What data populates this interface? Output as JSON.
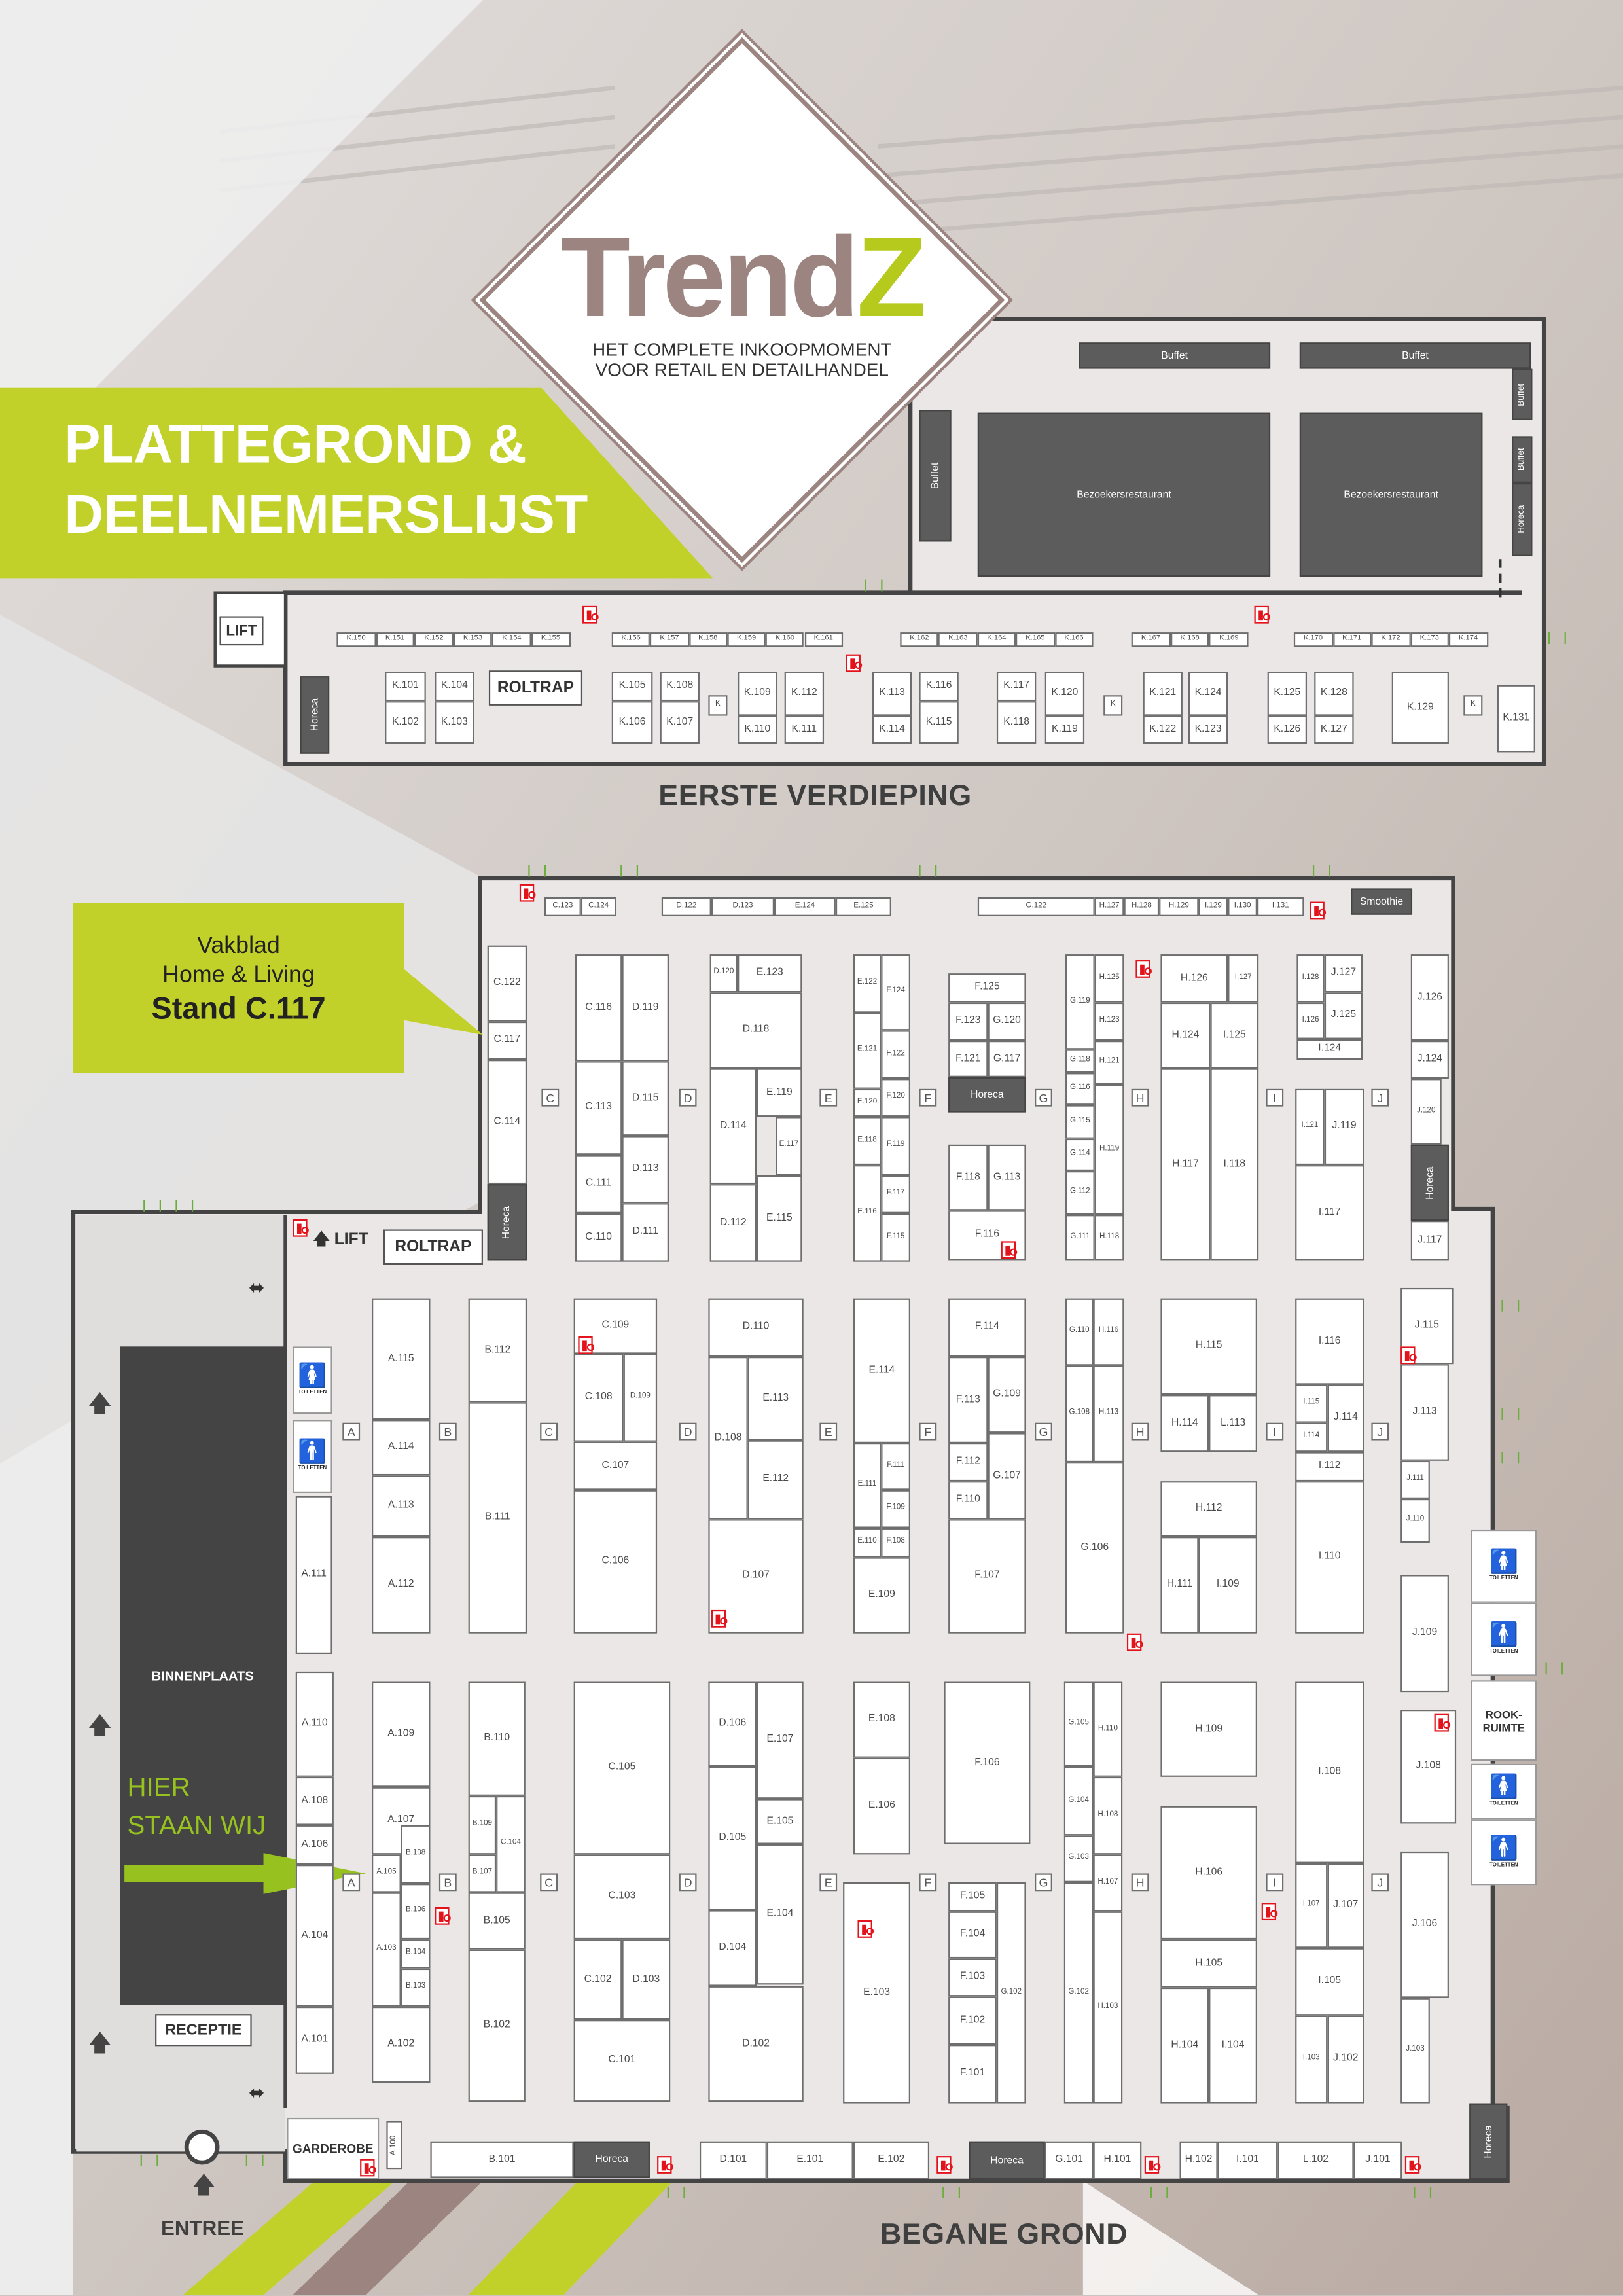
{
  "header": {
    "logo": {
      "brand_main": "Trend",
      "brand_accent": "Z",
      "tagline_line1": "HET COMPLETE INKOOPMOMENT",
      "tagline_line2": "VOOR RETAIL EN DETAILHANDEL"
    },
    "title_line1": "PLATTEGROND &",
    "title_line2": "DEELNEMERSLIJST"
  },
  "callout": {
    "line1": "Vakblad",
    "line2": "Home & Living",
    "line3": "Stand C.117"
  },
  "colors": {
    "accent_green": "#c2d12a",
    "logo_brown": "#9c8580",
    "stand_border": "#6e6e6e",
    "facility_dark": "#5c5c5c",
    "fire_red": "#e3131b",
    "exit_green": "#6cae3c",
    "floor_fill": "#ece7e7"
  },
  "upper_floor": {
    "title": "EERSTE VERDIEPING",
    "lift_label": "LIFT",
    "escalator_label": "ROLTRAP",
    "stands": [
      "K.150",
      "K.151",
      "K.152",
      "K.153",
      "K.154",
      "K.155",
      "K.156",
      "K.157",
      "K.158",
      "K.159",
      "K.160",
      "K.161",
      "K.162",
      "K.163",
      "K.164",
      "K.165",
      "K.166",
      "K.167",
      "K.168",
      "K.169",
      "K.170",
      "K.171",
      "K.172",
      "K.173",
      "K.174",
      "K.101",
      "K.102",
      "K.104",
      "K.103",
      "K.105",
      "K.106",
      "K.108",
      "K.107",
      "K.109",
      "K.110",
      "K.112",
      "K.111",
      "K.113",
      "K.114",
      "K.116",
      "K.115",
      "K.117",
      "K.118",
      "K.120",
      "K.119",
      "K.121",
      "K.122",
      "K.124",
      "K.123",
      "K.125",
      "K.126",
      "K.128",
      "K.127",
      "K.129",
      "K.131",
      "K",
      "K",
      "K"
    ],
    "facilities": [
      "Horeca",
      "Buffet",
      "Buffet",
      "Buffet",
      "Buffet",
      "Buffet",
      "Horeca",
      "Bezoekersrestaurant",
      "Bezoekersrestaurant"
    ]
  },
  "ground_floor": {
    "title": "BEGANE GROND",
    "lift_label": "LIFT",
    "escalator_label": "ROLTRAP",
    "reception_label": "RECEPTIE",
    "cloakroom_label": "GARDEROBE",
    "smoking_room_label": "ROOK-\nRUIMTE",
    "courtyard_label": "BINNENPLAATS",
    "entrance_label": "ENTREE",
    "here_label_line1": "HIER",
    "here_label_line2": "STAAN WIJ",
    "toilets_label": "TOILETTEN",
    "stands": [
      "C.123",
      "C.124",
      "D.122",
      "D.123",
      "E.124",
      "E.125",
      "G.122",
      "H.127",
      "H.128",
      "H.129",
      "I.129",
      "I.130",
      "I.131",
      "C.122",
      "C.117",
      "C.114",
      "C.116",
      "C.113",
      "C.111",
      "C.110",
      "D.119",
      "D.115",
      "D.113",
      "D.111",
      "D.120",
      "E.123",
      "D.118",
      "D.114",
      "E.119",
      "E.117",
      "D.112",
      "E.115",
      "E.122",
      "E.121",
      "E.120",
      "E.118",
      "E.116",
      "F.124",
      "F.122",
      "F.120",
      "F.119",
      "F.117",
      "F.115",
      "F.125",
      "F.123",
      "G.120",
      "F.121",
      "G.117",
      "F.118",
      "G.113",
      "F.116",
      "G.119",
      "G.118",
      "G.116",
      "G.115",
      "G.114",
      "G.112",
      "G.111",
      "H.125",
      "H.123",
      "H.121",
      "H.119",
      "H.118",
      "H.126",
      "I.127",
      "H.124",
      "I.125",
      "H.117",
      "I.118",
      "I.128",
      "J.127",
      "I.126",
      "J.125",
      "I.124",
      "I.121",
      "J.119",
      "I.117",
      "J.126",
      "J.124",
      "J.120",
      "J.117",
      "A.111",
      "A.115",
      "A.114",
      "A.113",
      "A.112",
      "B.112",
      "B.111",
      "C.109",
      "C.108",
      "D.109",
      "C.107",
      "C.106",
      "D.110",
      "D.108",
      "E.113",
      "E.112",
      "D.107",
      "E.114",
      "E.111",
      "F.111",
      "F.109",
      "E.110",
      "F.108",
      "E.109",
      "F.114",
      "F.113",
      "G.109",
      "F.112",
      "G.107",
      "F.110",
      "F.107",
      "G.110",
      "H.116",
      "G.108",
      "H.113",
      "G.106",
      "H.115",
      "H.114",
      "L.113",
      "H.112",
      "H.111",
      "I.109",
      "I.116",
      "I.115",
      "I.114",
      "J.114",
      "I.112",
      "I.110",
      "J.115",
      "J.113",
      "J.111",
      "J.110",
      "J.109",
      "A.110",
      "A.108",
      "A.106",
      "A.104",
      "A.101",
      "A.109",
      "A.107",
      "B.108",
      "A.105",
      "B.106",
      "A.103",
      "B.104",
      "B.103",
      "A.102",
      "B.110",
      "B.109",
      "C.104",
      "B.107",
      "B.105",
      "B.102",
      "C.105",
      "C.103",
      "C.102",
      "D.103",
      "C.101",
      "D.106",
      "E.107",
      "D.105",
      "E.105",
      "E.104",
      "D.104",
      "D.102",
      "E.108",
      "E.106",
      "E.103",
      "F.106",
      "F.105",
      "F.104",
      "F.103",
      "F.102",
      "F.101",
      "G.102",
      "G.105",
      "G.104",
      "G.103",
      "G.102",
      "H.110",
      "H.108",
      "H.107",
      "H.103",
      "H.109",
      "H.106",
      "H.105",
      "H.104",
      "I.104",
      "I.108",
      "I.107",
      "J.107",
      "I.105",
      "I.103",
      "J.102",
      "J.108",
      "J.106",
      "J.103",
      "A.100",
      "B.101",
      "D.101",
      "E.101",
      "E.102",
      "G.101",
      "H.101",
      "H.102",
      "I.101",
      "L.102",
      "J.101"
    ],
    "facilities": [
      "Horeca",
      "Smoothie",
      "Horeca",
      "Horeca",
      "Horeca",
      "Horeca",
      "Horeca"
    ],
    "aisle_markers": {
      "row1": [
        "C",
        "D",
        "E",
        "F",
        "G",
        "H",
        "I",
        "J"
      ],
      "row2": [
        "A",
        "B",
        "C",
        "D",
        "E",
        "F",
        "G",
        "H",
        "I",
        "J"
      ],
      "row3": [
        "A",
        "B",
        "C",
        "D",
        "E",
        "F",
        "G",
        "H",
        "I",
        "J"
      ]
    }
  }
}
